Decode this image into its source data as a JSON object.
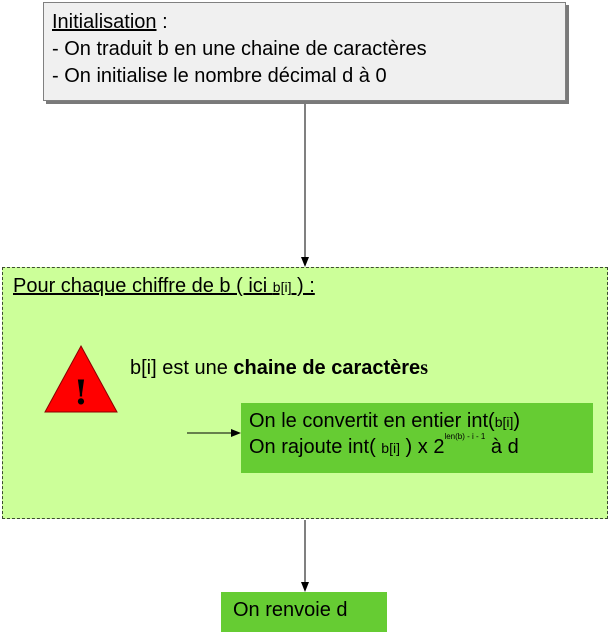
{
  "init": {
    "title": "Initialisation",
    "title_suffix": " :",
    "line1": "- On traduit b en une chaine de caractères",
    "line2": "- On initialise le nombre décimal d à 0"
  },
  "loop": {
    "title_part1": "Pour chaque chiffre de b (  ici ",
    "title_var": "b[i]",
    "title_part2": " ) :",
    "warning_icon": "warning-icon",
    "warning_symbol": "!",
    "warning_text_plain": "b[i] est une ",
    "warning_text_bold": "chaine de caractère",
    "warning_text_end": "s",
    "convert_line1_text": "On le convertit en entier int(",
    "convert_line1_var": "b[i]",
    "convert_line1_end": ")",
    "convert_line2_text": "On rajoute int( ",
    "convert_line2_var": "b[i]",
    "convert_line2_mid": " ) x 2",
    "convert_line2_exponent": "len(b) - i - 1",
    "convert_line2_end": " à d"
  },
  "result": {
    "label": "On renvoie d"
  },
  "colors": {
    "init_background": "#f0f0f0",
    "loop_background": "#ccff99",
    "action_background": "#66cc33",
    "warning_red": "#ff0000"
  }
}
